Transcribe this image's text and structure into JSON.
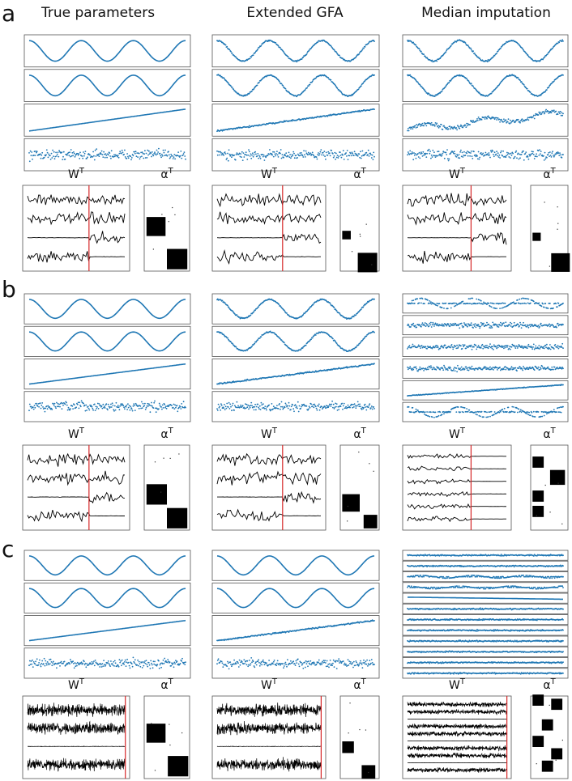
{
  "column_titles": [
    "True parameters",
    "Extended GFA",
    "Median imputation"
  ],
  "panel_labels": [
    "a",
    "b",
    "c"
  ],
  "w_label": "W",
  "alpha_label": "α",
  "superscript": "T",
  "colors": {
    "factor_series": "#1f77b4",
    "loadings": "#000000",
    "divider": "#d62728",
    "frame": "#555555"
  },
  "chart_data": {
    "type": "composite-figure",
    "columns": [
      "True parameters",
      "Extended GFA",
      "Median imputation"
    ],
    "rows": [
      {
        "panel": "a",
        "factors": [
          [
            [
              "sine",
              "smooth"
            ],
            [
              "cosine",
              "smooth"
            ],
            [
              "linear",
              "smooth"
            ],
            [
              "noise",
              "dots"
            ]
          ],
          [
            [
              "sine",
              "noisy"
            ],
            [
              "cosine",
              "noisy"
            ],
            [
              "linear",
              "noisy"
            ],
            [
              "noise",
              "dots"
            ]
          ],
          [
            [
              "sine",
              "noisy"
            ],
            [
              "cosine",
              "noisy"
            ],
            [
              "linear_wavy",
              "scattered"
            ],
            [
              "noise",
              "dots"
            ]
          ]
        ],
        "loadings_rows": [
          4,
          4,
          4
        ],
        "alpha_blocks": [
          [
            {
              "r": 0.48,
              "c": 0.05,
              "s": 0.42
            },
            {
              "r": 0.86,
              "c": 0.5,
              "s": 0.45
            }
          ],
          [
            {
              "r": 0.58,
              "c": 0.05,
              "s": 0.22
            },
            {
              "r": 0.9,
              "c": 0.45,
              "s": 0.5
            }
          ],
          [
            {
              "r": 0.6,
              "c": 0.05,
              "s": 0.22
            },
            {
              "r": 0.9,
              "c": 0.55,
              "s": 0.5
            }
          ]
        ]
      },
      {
        "panel": "b",
        "factors": [
          [
            [
              "sine",
              "smooth"
            ],
            [
              "cosine",
              "smooth"
            ],
            [
              "linear",
              "smooth"
            ],
            [
              "noise",
              "dots"
            ]
          ],
          [
            [
              "sine",
              "noisy"
            ],
            [
              "cosine",
              "noisy"
            ],
            [
              "linear",
              "noisy"
            ],
            [
              "noise",
              "dots"
            ]
          ],
          [
            [
              "sine_flat",
              "mixed"
            ],
            [
              "noise",
              "dots"
            ],
            [
              "noise",
              "dots"
            ],
            [
              "noise",
              "dots"
            ],
            [
              "linear",
              "noisy"
            ],
            [
              "cosine_flat",
              "mixed"
            ]
          ]
        ],
        "loadings_rows": [
          4,
          4,
          6
        ],
        "alpha_blocks": [
          [
            {
              "r": 0.58,
              "c": 0.05,
              "s": 0.45
            },
            {
              "r": 0.86,
              "c": 0.5,
              "s": 0.45
            }
          ],
          [
            {
              "r": 0.68,
              "c": 0.05,
              "s": 0.45
            },
            {
              "r": 0.9,
              "c": 0.6,
              "s": 0.35
            }
          ],
          [
            {
              "r": 0.2,
              "c": 0.05,
              "s": 0.3
            },
            {
              "r": 0.38,
              "c": 0.52,
              "s": 0.4
            },
            {
              "r": 0.6,
              "c": 0.05,
              "s": 0.3
            },
            {
              "r": 0.78,
              "c": 0.05,
              "s": 0.3
            }
          ]
        ]
      },
      {
        "panel": "c",
        "factors": [
          [
            [
              "sine",
              "smooth"
            ],
            [
              "cosine",
              "smooth"
            ],
            [
              "linear",
              "smooth"
            ],
            [
              "noise",
              "dots"
            ]
          ],
          [
            [
              "sine",
              "smooth"
            ],
            [
              "cosine",
              "smooth"
            ],
            [
              "linear",
              "noisy"
            ],
            [
              "noise",
              "dots"
            ]
          ],
          [
            [
              "noise",
              "dots"
            ],
            [
              "noise",
              "dots"
            ],
            [
              "sine_flat",
              "mixed"
            ],
            [
              "cosine_flat",
              "mixed"
            ],
            [
              "linear_down",
              "smooth"
            ],
            [
              "noise",
              "dots"
            ],
            [
              "noise",
              "dots"
            ],
            [
              "noise",
              "dots"
            ],
            [
              "noise",
              "dots"
            ],
            [
              "noise",
              "dots"
            ],
            [
              "noise",
              "dots"
            ],
            [
              "noise",
              "dots"
            ]
          ]
        ],
        "loadings_rows": [
          4,
          4,
          10
        ],
        "alpha_blocks": [
          [
            {
              "r": 0.45,
              "c": 0.05,
              "s": 0.42
            },
            {
              "r": 0.85,
              "c": 0.52,
              "s": 0.45
            }
          ],
          [
            {
              "r": 0.62,
              "c": 0.05,
              "s": 0.3
            },
            {
              "r": 0.92,
              "c": 0.55,
              "s": 0.35
            }
          ],
          [
            {
              "r": 0.05,
              "c": 0.05,
              "s": 0.3
            },
            {
              "r": 0.1,
              "c": 0.55,
              "s": 0.3
            },
            {
              "r": 0.35,
              "c": 0.3,
              "s": 0.3
            },
            {
              "r": 0.55,
              "c": 0.05,
              "s": 0.3
            },
            {
              "r": 0.7,
              "c": 0.55,
              "s": 0.3
            },
            {
              "r": 0.85,
              "c": 0.3,
              "s": 0.3
            }
          ]
        ]
      }
    ]
  }
}
